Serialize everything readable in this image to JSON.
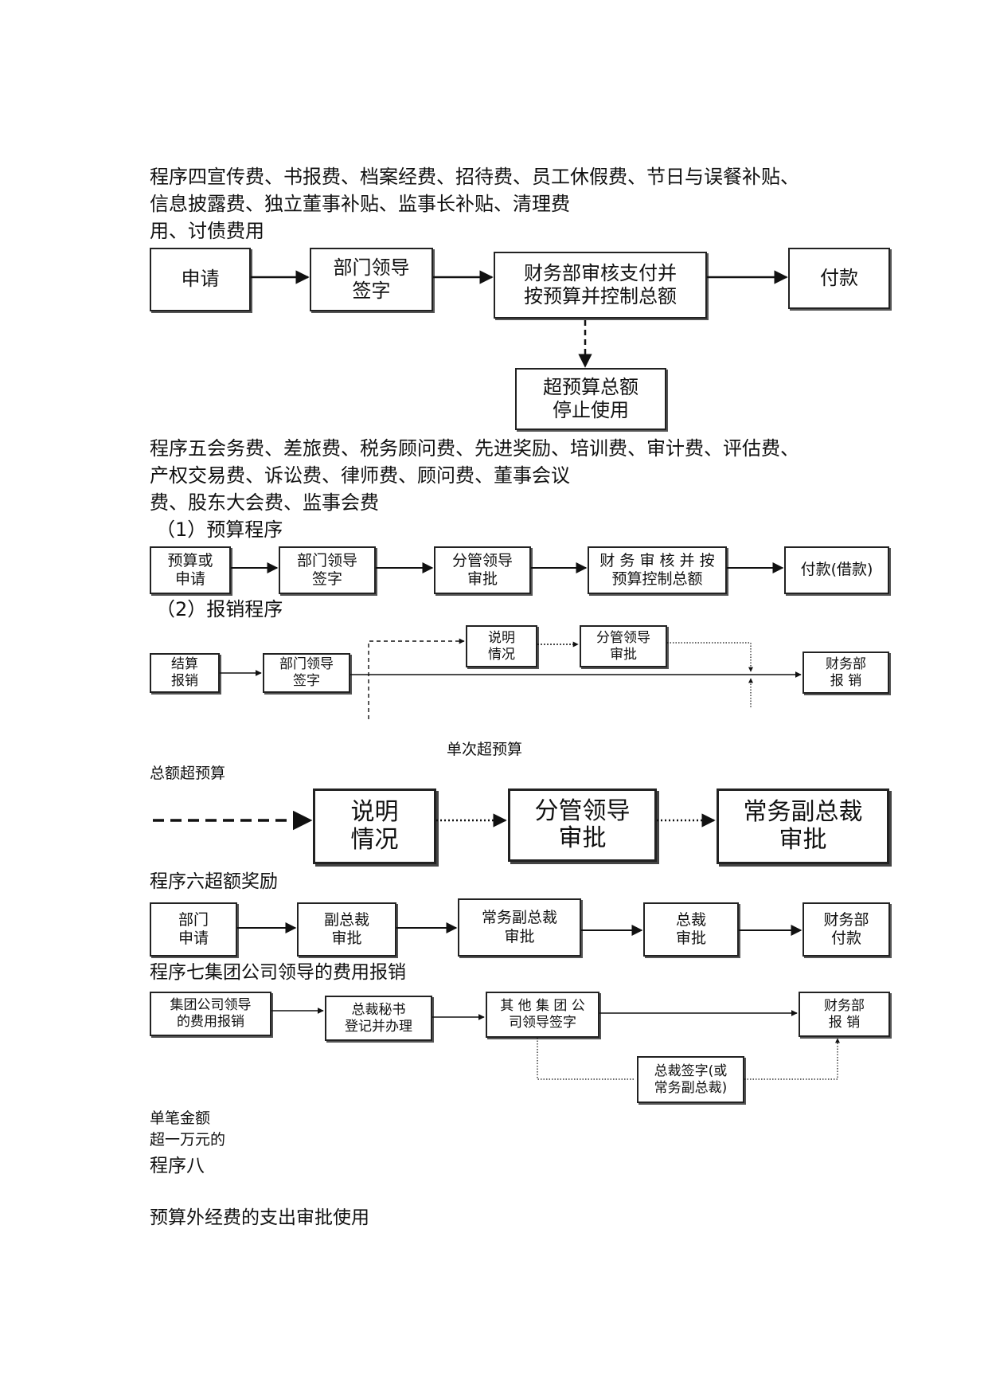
{
  "prog4": {
    "title_line1": "程序四宣传费、书报费、档案经费、招待费、员工休假费、节日与误餐补贴、",
    "title_line2": "信息披露费、独立董事补贴、监事长补贴、清理费",
    "title_line3": "用、讨债费用",
    "apply": "申请",
    "dept_sign": "部门领导\n签字",
    "finance_audit": "财务部审核支付并\n按预算并控制总额",
    "pay": "付款",
    "over_budget": "超预算总额\n停止使用"
  },
  "prog5": {
    "title_line1": "程序五会务费、差旅费、税务顾问费、先进奖励、培训费、审计费、评估费、",
    "title_line2": "产权交易费、诉讼费、律师费、顾问费、董事会议",
    "title_line3": "费、股东大会费、监事会费",
    "budget_label": "（1）预算程序",
    "budget_apply": "预算或\n申请",
    "budget_dept_sign": "部门领导\n签字",
    "budget_mgr_approve": "分管领导\n审批",
    "budget_fin_audit": "财 务 审 核 并 按\n预算控制总额",
    "budget_pay": "付款(借款)",
    "reimb_label": "（2）报销程序",
    "reimb_settle": "结算\n报销",
    "reimb_dept_sign": "部门领导\n签字",
    "reimb_explain": "说明\n情况",
    "reimb_mgr_approve": "分管领导\n审批",
    "reimb_finance": "财务部\n报  销",
    "single_over": "单次超预算",
    "total_over": "总额超预算",
    "big_explain": "说明\n情况",
    "big_mgr_approve": "分管领导\n审批",
    "big_exec_vp": "常务副总裁\n审批"
  },
  "prog6": {
    "title": "程序六超额奖励",
    "dept_apply": "部门\n申请",
    "vp_approve": "副总裁\n审批",
    "exec_vp_approve": "常务副总裁\n审批",
    "president_approve": "总裁\n审批",
    "finance_pay": "财务部\n付款"
  },
  "prog7": {
    "title": "程序七集团公司领导的费用报销",
    "leader_expense": "集团公司领导\n的费用报销",
    "secretary": "总裁秘书\n登记并办理",
    "other_leaders": "其 他 集 团 公\n司领导签字",
    "finance": "财务部\n报  销",
    "president_sign": "总裁签字(或\n常务副总裁)",
    "note_line1": "单笔金额",
    "note_line2": "超一万元的"
  },
  "prog8": {
    "title": "程序八",
    "desc": "预算外经费的支出审批使用"
  }
}
